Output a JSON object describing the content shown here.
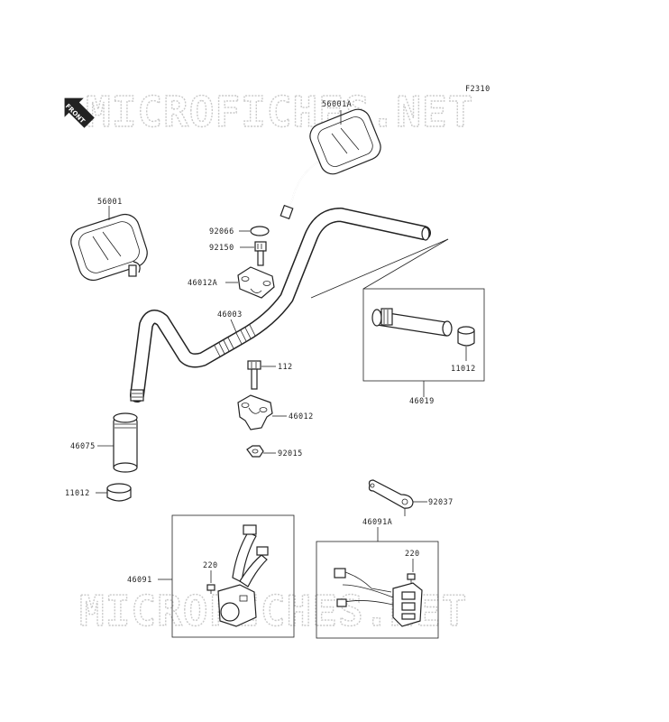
{
  "figure_code": "F2310",
  "watermark": "MICROFICHES.NET",
  "front_arrow": "FRONT",
  "parts": {
    "mirror_right": "56001A",
    "mirror_left": "56001",
    "cap": "92066",
    "bolt_upper": "92150",
    "holder_upper": "46012A",
    "handlebar": "46003",
    "bolt_lower": "112",
    "holder_lower": "46012",
    "nut": "92015",
    "grip_left": "46075",
    "end_cap_left": "11012",
    "end_cap_right": "11012",
    "throttle_grip": "46019",
    "lever_bracket": "92037",
    "switch_right": "46091A",
    "screw_left": "220",
    "screw_right": "220",
    "switch_left": "46091"
  }
}
